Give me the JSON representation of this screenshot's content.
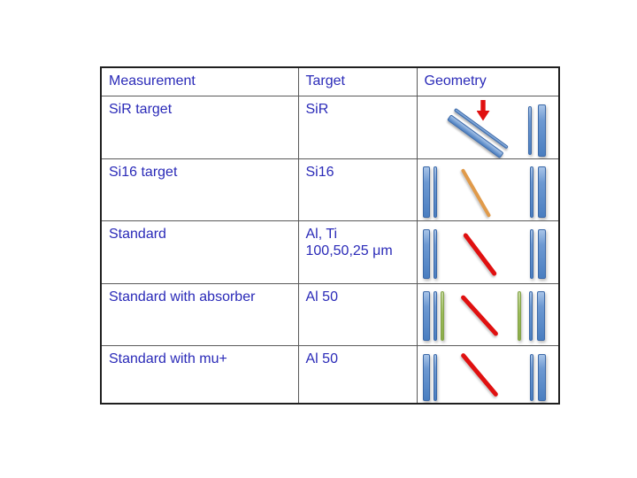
{
  "colors": {
    "text_blue": "#2a2ab8",
    "bar_blue": "#4a7ec0",
    "bar_green": "#9bbb59",
    "track_red": "#e01010",
    "track_orange": "#e09a4a",
    "beam_arrow_red": "#e01010"
  },
  "table": {
    "headers": [
      "Measurement",
      "Target",
      "Geometry"
    ],
    "rows": [
      {
        "measurement": "SiR target",
        "target_lines": [
          "SiR"
        ],
        "geometry": "tilted-target-with-beam-arrow-and-detector-pair"
      },
      {
        "measurement": "Si16 target",
        "target_lines": [
          "Si16"
        ],
        "geometry": "detector-pairs-with-orange-track"
      },
      {
        "measurement": "Standard",
        "target_lines": [
          "Al, Ti",
          "100,50,25 μm"
        ],
        "geometry": "detector-pairs-with-red-track"
      },
      {
        "measurement": "Standard with absorber",
        "target_lines": [
          "Al 50"
        ],
        "geometry": "detector-pairs-with-green-absorbers-and-red-track"
      },
      {
        "measurement": "Standard with mu+",
        "target_lines": [
          "Al 50"
        ],
        "geometry": "detector-pairs-with-red-track"
      }
    ]
  }
}
